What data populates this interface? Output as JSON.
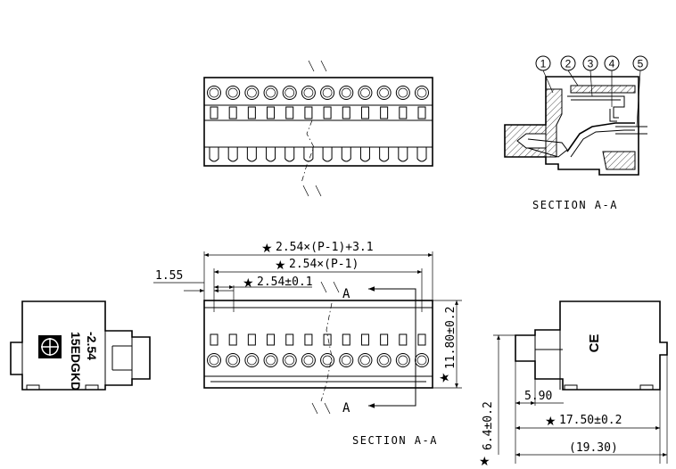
{
  "section_title_top": "SECTION A-A",
  "section_title_bottom": "SECTION A-A",
  "section_marker": "A",
  "callouts": [
    "1",
    "2",
    "3",
    "4",
    "5"
  ],
  "dimensions": {
    "overall": "2.54×(P-1)+3.1",
    "span": "2.54×(P-1)",
    "pitch": "2.54±0.1",
    "offset": "1.55",
    "height": "11.80±0.2",
    "depth_a": "5.90",
    "depth_b": "17.50±0.2",
    "depth_total": "(19.30)",
    "pin": "6.4±0.2"
  },
  "star_symbol": "★",
  "label_model": "15EDGKD",
  "label_pitch": "-2.54",
  "label_ce": "CE",
  "pin_count": 12
}
